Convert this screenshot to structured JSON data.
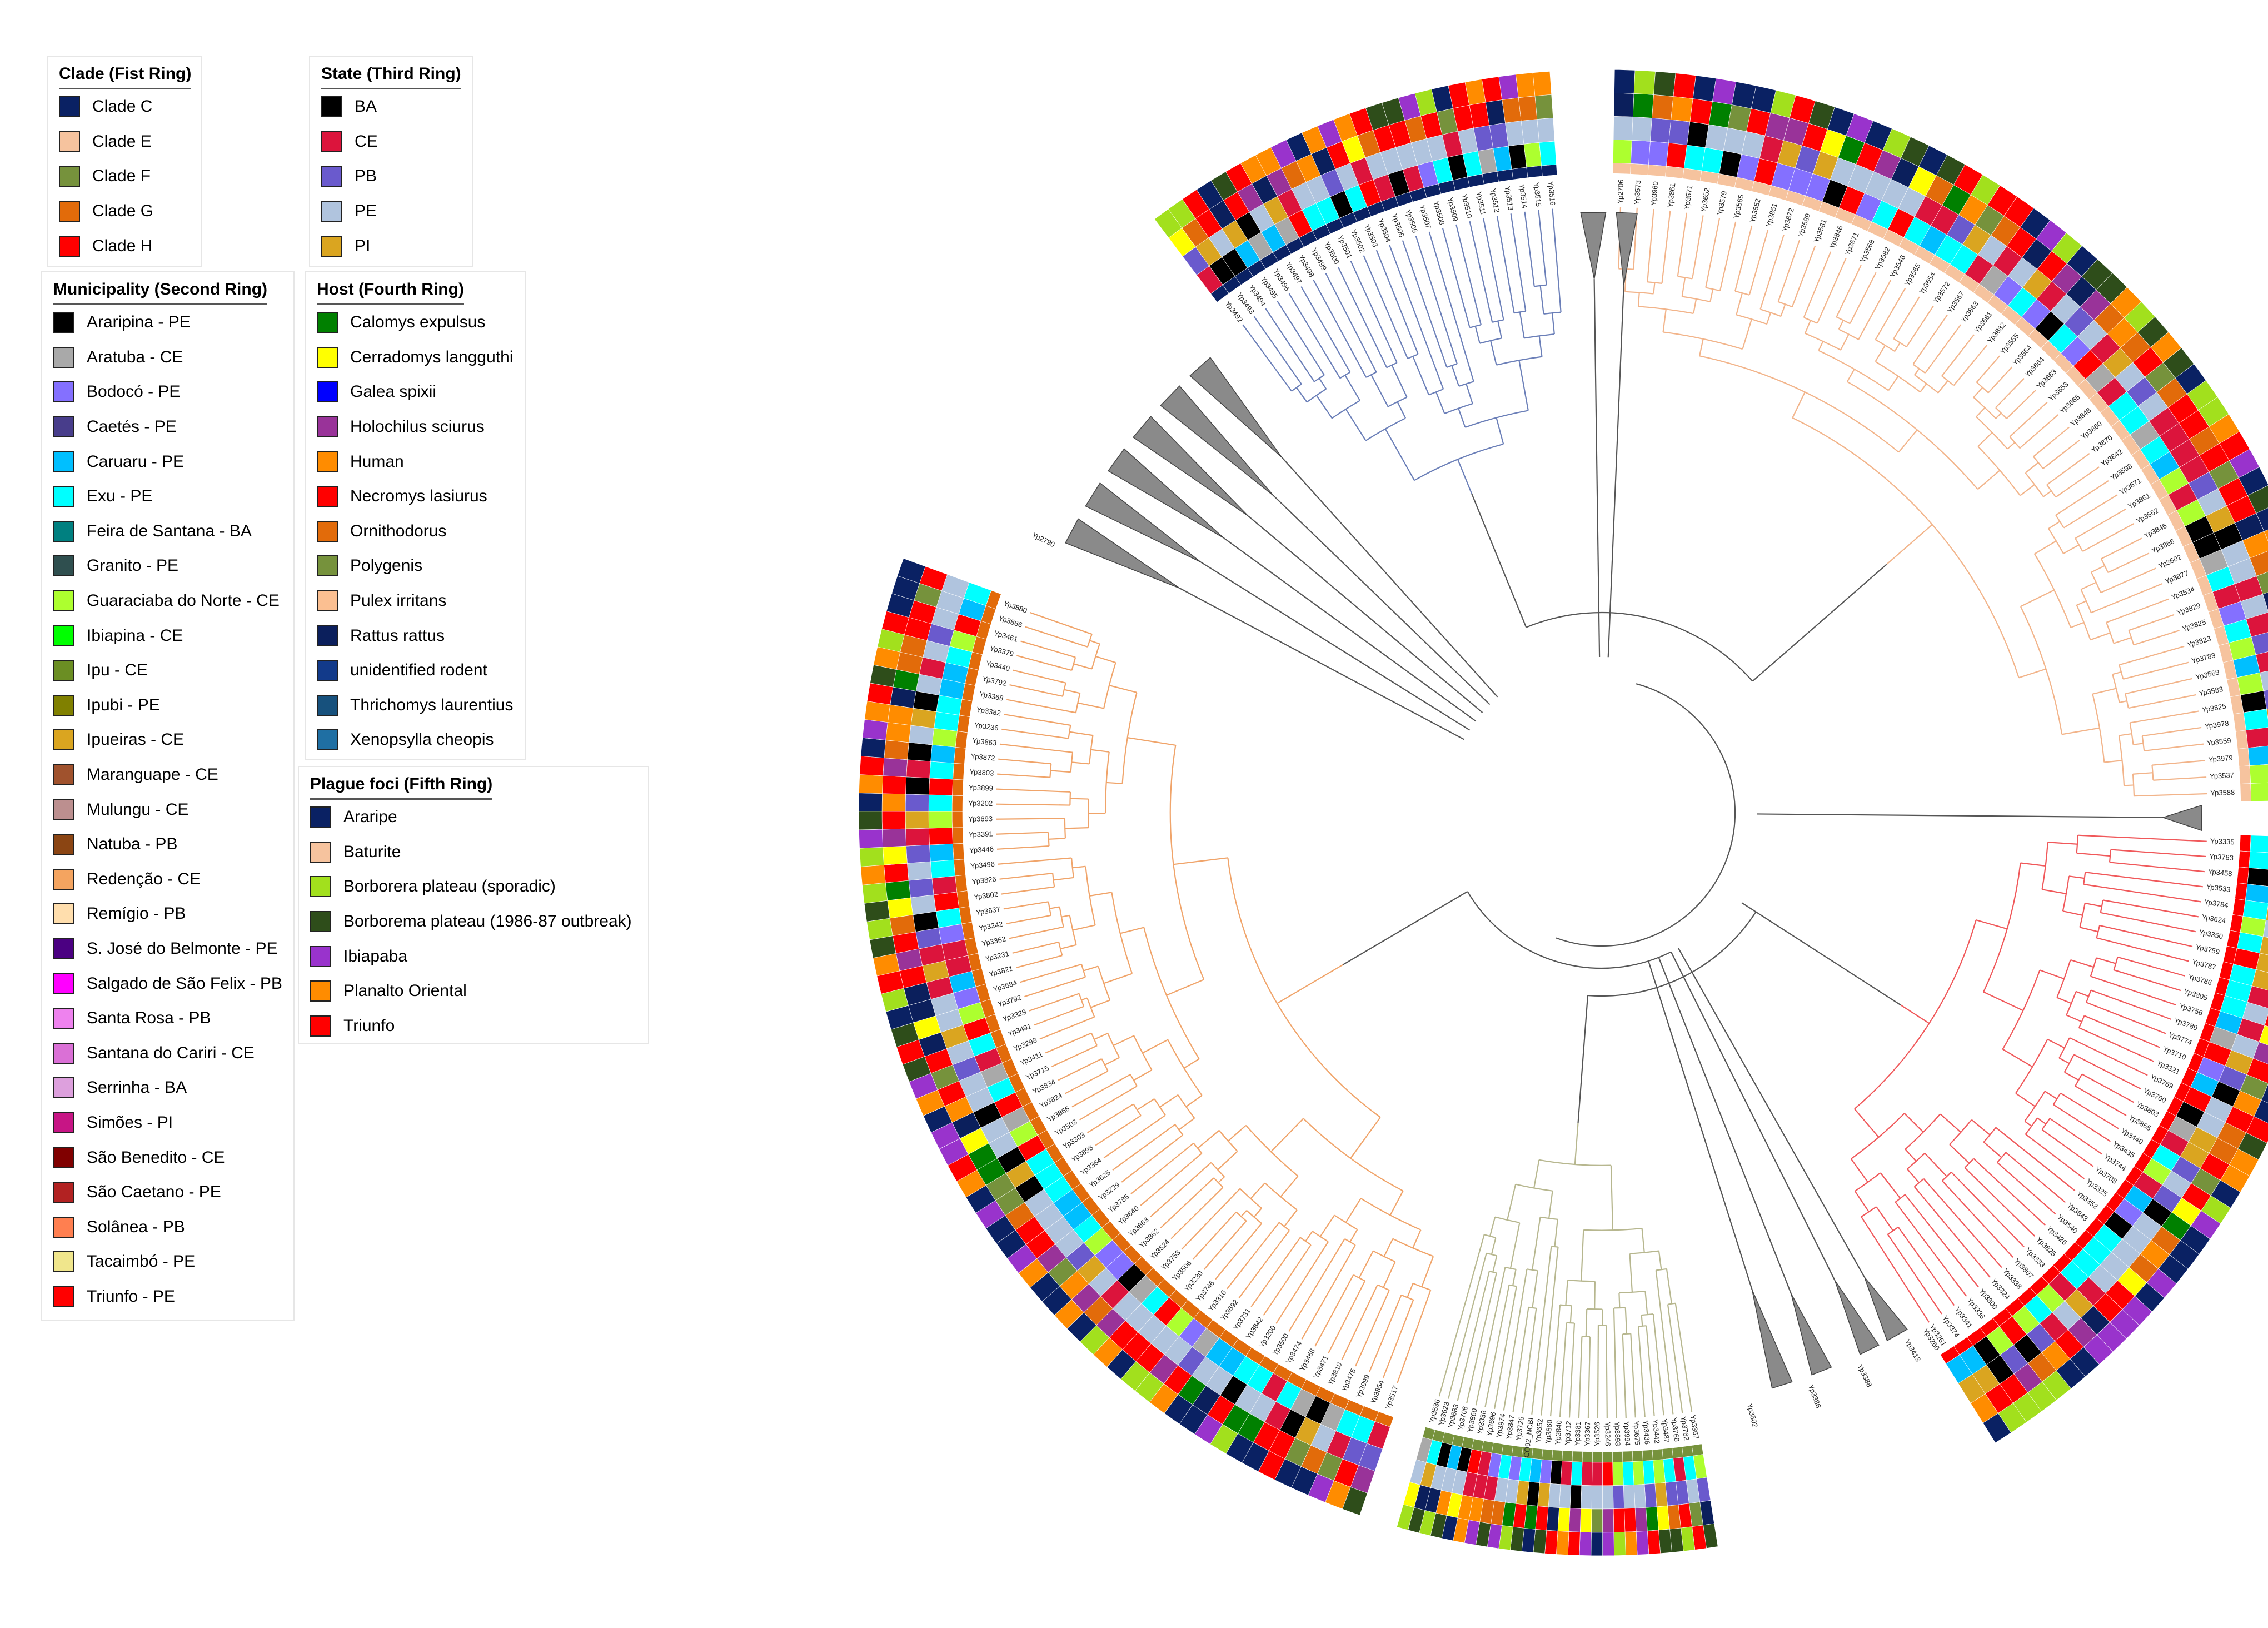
{
  "legends": {
    "clade": {
      "title": "Clade (Fist Ring)",
      "items": [
        {
          "label": "Clade C",
          "color": "#0a2163"
        },
        {
          "label": "Clade E",
          "color": "#f6c39e"
        },
        {
          "label": "Clade F",
          "color": "#76923c"
        },
        {
          "label": "Clade G",
          "color": "#e26b0a"
        },
        {
          "label": "Clade H",
          "color": "#ff0000"
        }
      ]
    },
    "state": {
      "title": "State (Third Ring)",
      "items": [
        {
          "label": "BA",
          "color": "#000000"
        },
        {
          "label": "CE",
          "color": "#dc143c"
        },
        {
          "label": "PB",
          "color": "#6a5acd"
        },
        {
          "label": "PE",
          "color": "#b0c4de"
        },
        {
          "label": "PI",
          "color": "#daa520"
        }
      ]
    },
    "municipality": {
      "title": "Municipality (Second Ring)",
      "items": [
        {
          "label": "Araripina - PE",
          "color": "#000000"
        },
        {
          "label": "Aratuba - CE",
          "color": "#a9a9a9"
        },
        {
          "label": "Bodocó - PE",
          "color": "#8470ff"
        },
        {
          "label": "Caetés - PE",
          "color": "#483d8b"
        },
        {
          "label": "Caruaru - PE",
          "color": "#00bfff"
        },
        {
          "label": "Exu - PE",
          "color": "#00ffff"
        },
        {
          "label": "Feira de Santana - BA",
          "color": "#008080"
        },
        {
          "label": "Granito - PE",
          "color": "#2f4f4f"
        },
        {
          "label": "Guaraciaba do Norte - CE",
          "color": "#adff2f"
        },
        {
          "label": "Ibiapina - CE",
          "color": "#00ff00"
        },
        {
          "label": "Ipu - CE",
          "color": "#6b8e23"
        },
        {
          "label": "Ipubi - PE",
          "color": "#808000"
        },
        {
          "label": "Ipueiras - CE",
          "color": "#daa520"
        },
        {
          "label": "Maranguape - CE",
          "color": "#a0522d"
        },
        {
          "label": "Mulungu - CE",
          "color": "#bc8f8f"
        },
        {
          "label": "Natuba - PB",
          "color": "#8b4513"
        },
        {
          "label": "Redenção - CE",
          "color": "#f4a460"
        },
        {
          "label": "Remígio - PB",
          "color": "#ffdead"
        },
        {
          "label": "S. José do Belmonte - PE",
          "color": "#4b0082"
        },
        {
          "label": "Salgado de São Felix - PB",
          "color": "#ff00ff"
        },
        {
          "label": "Santa Rosa - PB",
          "color": "#ee82ee"
        },
        {
          "label": "Santana do Cariri - CE",
          "color": "#da70d6"
        },
        {
          "label": "Serrinha - BA",
          "color": "#dda0dd"
        },
        {
          "label": "Simões - PI",
          "color": "#c71585"
        },
        {
          "label": "São Benedito - CE",
          "color": "#800000"
        },
        {
          "label": "São Caetano - PE",
          "color": "#b22222"
        },
        {
          "label": "Solânea - PB",
          "color": "#ff7f50"
        },
        {
          "label": "Tacaimbó - PE",
          "color": "#f0e68c"
        },
        {
          "label": "Triunfo - PE",
          "color": "#ff0000"
        }
      ]
    },
    "host": {
      "title": "Host (Fourth Ring)",
      "items": [
        {
          "label": "Calomys expulsus",
          "color": "#008000"
        },
        {
          "label": "Cerradomys langguthi",
          "color": "#ffff00"
        },
        {
          "label": "Galea spixii",
          "color": "#0000ff"
        },
        {
          "label": "Holochilus sciurus",
          "color": "#993399"
        },
        {
          "label": "Human",
          "color": "#ff8c00"
        },
        {
          "label": "Necromys lasiurus",
          "color": "#ff0000"
        },
        {
          "label": "Ornithodorus",
          "color": "#e26b0a"
        },
        {
          "label": "Polygenis",
          "color": "#76923c"
        },
        {
          "label": "Pulex irritans",
          "color": "#fbbf91"
        },
        {
          "label": "Rattus rattus",
          "color": "#0b1f5c"
        },
        {
          "label": "unidentified rodent",
          "color": "#123a8a"
        },
        {
          "label": "Thrichomys laurentius",
          "color": "#17517d"
        },
        {
          "label": "Xenopsylla cheopis",
          "color": "#1f6fa3"
        }
      ]
    },
    "plague": {
      "title": "Plague foci (Fifth Ring)",
      "items": [
        {
          "label": "Araripe",
          "color": "#0a2163"
        },
        {
          "label": "Baturite",
          "color": "#f6c39e"
        },
        {
          "label": "Borborera plateau (sporadic)",
          "color": "#a2e01d"
        },
        {
          "label": "Borborema plateau (1986-87 outbreak)",
          "color": "#2e4d1a"
        },
        {
          "label": "Ibiapaba",
          "color": "#9933cc"
        },
        {
          "label": "Planalto Oriental",
          "color": "#ff8c00"
        },
        {
          "label": "Triunfo",
          "color": "#ff0000"
        }
      ]
    }
  },
  "tree": {
    "branch_colors": {
      "C": "#6b7fb8",
      "E": "#f2b48a",
      "H": "#f0585a",
      "G": "#f0a46a",
      "F": "#b7b78f",
      "other": "#555555"
    },
    "collapsed_color": "#8a8a8a",
    "clade_order": [
      "C",
      "E",
      "H",
      "F",
      "G"
    ],
    "clade_colors": {
      "C": "#0a2163",
      "E": "#f6c39e",
      "F": "#76923c",
      "G": "#e26b0a",
      "H": "#ff0000"
    },
    "labels": {
      "C": [
        "Yp3492",
        "Yp3493",
        "Yp3494",
        "Yp3495",
        "Yp3496",
        "Yp3497",
        "Yp3498",
        "Yp3499",
        "Yp3500",
        "Yp3501",
        "Yp3502",
        "Yp3503",
        "Yp3504",
        "Yp3505",
        "Yp3506",
        "Yp3507",
        "Yp3508",
        "Yp3509",
        "Yp3510",
        "Yp3511",
        "Yp3512",
        "Yp3513",
        "Yp3514",
        "Yp3515",
        "Yp3516"
      ],
      "E": [
        "Yp2706",
        "Yp3573",
        "Yp3960",
        "Yp3861",
        "Yp3571",
        "Yp3652",
        "Yp3579",
        "Yp3565",
        "Yp3652",
        "Yp3851",
        "Yp3872",
        "Yp3589",
        "Yp3581",
        "Yp3846",
        "Yp3671",
        "Yp3568",
        "Yp3582",
        "Yp3546",
        "Yp3565",
        "Yp3654",
        "Yp3572",
        "Yp3567",
        "Yp3863",
        "Yp3661",
        "Yp3882",
        "Yp3555",
        "Yp3554",
        "Yp3664",
        "Yp3663",
        "Yp3653",
        "Yp3665",
        "Yp3848",
        "Yp3860",
        "Yp3870",
        "Yp3842",
        "Yp3598",
        "Yp3671",
        "Yp3861",
        "Yp3552",
        "Yp3846",
        "Yp3866",
        "Yp3602",
        "Yp3877",
        "Yp3534",
        "Yp3829",
        "Yp3825",
        "Yp3823",
        "Yp3783",
        "Yp3569",
        "Yp3583",
        "Yp3825",
        "Yp3978",
        "Yp3559",
        "Yp3979",
        "Yp3537",
        "Yp3588"
      ],
      "H": [
        "Yp3335",
        "Yp3763",
        "Yp3458",
        "Yp3533",
        "Yp3784",
        "Yp3624",
        "Yp3350",
        "Yp3759",
        "Yp3787",
        "Yp3786",
        "Yp3805",
        "Yp3756",
        "Yp3789",
        "Yp3774",
        "Yp3710",
        "Yp3321",
        "Yp3769",
        "Yp3700",
        "Yp3803",
        "Yp3865",
        "Yp3440",
        "Yp3435",
        "Yp3744",
        "Yp3708",
        "Yp3325",
        "Yp3352",
        "Yp3843",
        "Yp3540",
        "Yp3426",
        "Yp3825",
        "Yp3333",
        "Yp3807",
        "Yp3338",
        "Yp3324",
        "Yp3800",
        "Yp3336",
        "Yp3341",
        "Yp3374",
        "Yp3261"
      ],
      "F": [
        "Yp3367",
        "Yp3762",
        "Yp3766",
        "Yp3487",
        "Yp3442",
        "Yp3436",
        "Yp3675",
        "Yp3994",
        "Yp3893",
        "Yp3246",
        "Yp3526",
        "Yp3367",
        "Yp3381",
        "Yp3712",
        "Yp3840",
        "Yp3860",
        "Yp3652",
        "CO92_NCBI",
        "Yp3726",
        "Yp3847",
        "Yp3974",
        "Yp3696",
        "Yp3336",
        "Yp3860",
        "Yp3706",
        "Yp3683",
        "Yp3623",
        "Yp3536"
      ],
      "G": [
        "Yp3517",
        "Yp3854",
        "Yp3999",
        "Yp3475",
        "Yp3810",
        "Yp3471",
        "Yp3468",
        "Yp3474",
        "Yp3500",
        "Yp3200",
        "Yp3842",
        "Yp3731",
        "Yp3692",
        "Yp3316",
        "Yp3746",
        "Yp3230",
        "Yp3506",
        "Yp3753",
        "Yp3524",
        "Yp3862",
        "Yp3863",
        "Yp3640",
        "Yp3785",
        "Yp3229",
        "Yp3625",
        "Yp3364",
        "Yp3898",
        "Yp3303",
        "Yp3503",
        "Yp3866",
        "Yp3824",
        "Yp3834",
        "Yp3715",
        "Yp3411",
        "Yp3298",
        "Yp3491",
        "Yp3329",
        "Yp3792",
        "Yp3684",
        "Yp3821",
        "Yp3231",
        "Yp3362",
        "Yp3242",
        "Yp3637",
        "Yp3802",
        "Yp3826",
        "Yp3496",
        "Yp3446",
        "Yp3391",
        "Yp3693",
        "Yp3202",
        "Yp3899",
        "Yp3803",
        "Yp3872",
        "Yp3863",
        "Yp3236",
        "Yp3382",
        "Yp3368",
        "Yp3792",
        "Yp3440",
        "Yp3379",
        "Yp3461",
        "Yp3866",
        "Yp3880"
      ],
      "outgroup": [
        "Yp2790",
        "Yp3502",
        "Yp3386",
        "Yp3388",
        "Yp3413",
        "Yp3260"
      ]
    }
  }
}
